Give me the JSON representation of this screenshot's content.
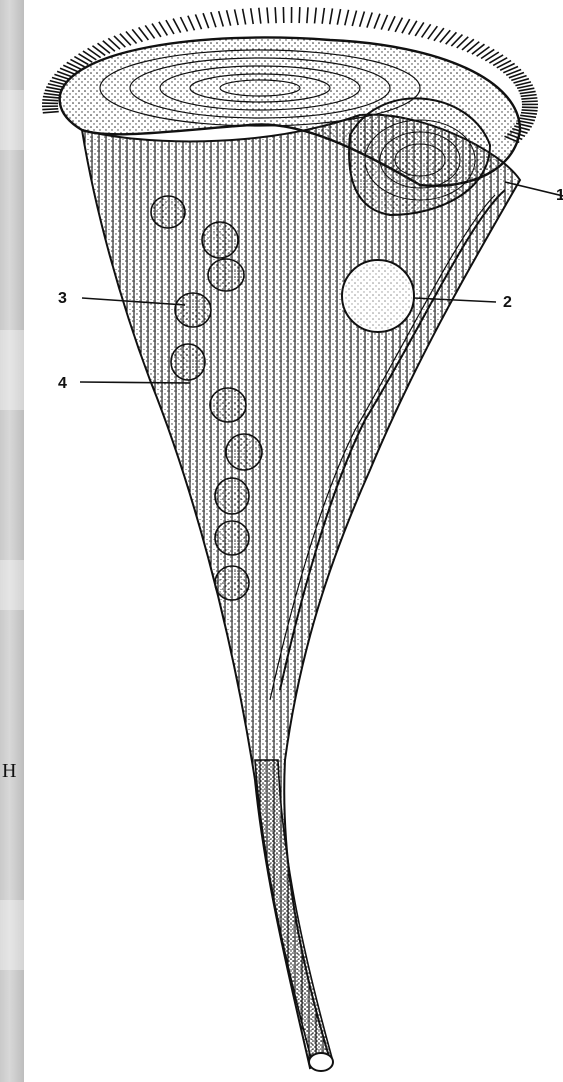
{
  "side_panel": {
    "letter": "Н"
  },
  "labels": [
    {
      "id": "1",
      "text": "1"
    },
    {
      "id": "2",
      "text": "2"
    },
    {
      "id": "3",
      "text": "3"
    },
    {
      "id": "4",
      "text": "4"
    }
  ],
  "colors": {
    "ink": "#111111",
    "paper": "#ffffff",
    "panel": "#cfcfcf"
  }
}
